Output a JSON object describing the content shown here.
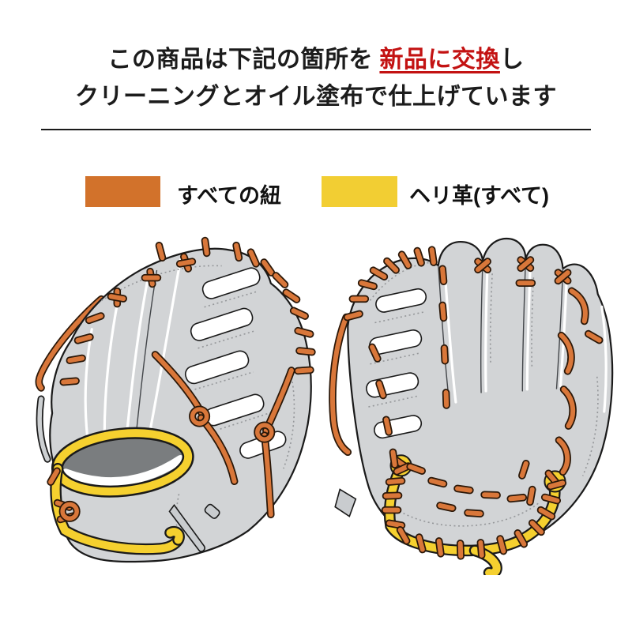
{
  "title": {
    "line1_before": "この商品は下記の箇所を",
    "line1_highlight": "新品に交換",
    "line1_after": "し",
    "line2": "クリーニングとオイル塗布で仕上げています"
  },
  "legend": {
    "items": [
      {
        "label": "すべての紐",
        "color": "#d2722b"
      },
      {
        "label": "ヘリ革(すべて)",
        "color": "#f2ce33"
      }
    ]
  },
  "colors": {
    "headline_text": "#1c1c1c",
    "highlight_red": "#c31212",
    "lace_orange": "#d9773a",
    "lace_outline": "#2a1708",
    "edge_yellow": "#f5d02f",
    "glove_gray": "#d2d4d6",
    "opening_dark_gray": "#7a7d7f",
    "outline_black": "#1a1a1a",
    "background": "#ffffff"
  }
}
